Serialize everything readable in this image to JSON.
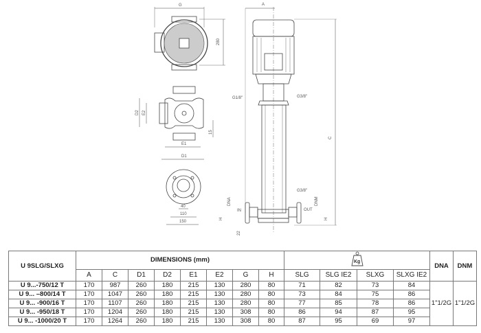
{
  "drawing": {
    "labels": {
      "g": "G",
      "h280": "280",
      "d2": "D2",
      "e2": "E2",
      "e1": "E1",
      "d1": "D1",
      "d15": "15",
      "f40": "40",
      "f110": "110",
      "f150": "150",
      "a": "A",
      "c": "C",
      "g18": "G1/8\"",
      "g38_top": "G3/8\"",
      "g38_bottom": "G3/8\"",
      "dna": "DNA",
      "dnm": "DNM",
      "in": "IN",
      "out": "OUT",
      "h_left": "H",
      "h_right": "H",
      "d22": "22"
    }
  },
  "table": {
    "series_label": "U 9SLG/SLXG",
    "dimensions_label": "DIMENSIONS (mm)",
    "weight_icon_label": "Kg",
    "dna_label": "DNA",
    "dnm_label": "DNM",
    "dim_columns": [
      "A",
      "C",
      "D1",
      "D2",
      "E1",
      "E2",
      "G",
      "H"
    ],
    "weight_columns": [
      "SLG",
      "SLG IE2",
      "SLXG",
      "SLXG IE2"
    ],
    "dna_value": "1\"1/2G",
    "dnm_value": "1\"1/2G",
    "rows": [
      {
        "model": "U 9...-750/12 T",
        "dims": [
          "170",
          "987",
          "260",
          "180",
          "215",
          "130",
          "280",
          "80"
        ],
        "weights": [
          "71",
          "82",
          "73",
          "84"
        ]
      },
      {
        "model": "U 9... –800/14 T",
        "dims": [
          "170",
          "1047",
          "260",
          "180",
          "215",
          "130",
          "280",
          "80"
        ],
        "weights": [
          "73",
          "84",
          "75",
          "86"
        ]
      },
      {
        "model": "U 9... -900/16 T",
        "dims": [
          "170",
          "1107",
          "260",
          "180",
          "215",
          "130",
          "280",
          "80"
        ],
        "weights": [
          "77",
          "85",
          "78",
          "86"
        ]
      },
      {
        "model": "U 9... -950/18 T",
        "dims": [
          "170",
          "1204",
          "260",
          "180",
          "215",
          "130",
          "308",
          "80"
        ],
        "weights": [
          "86",
          "94",
          "87",
          "95"
        ]
      },
      {
        "model": "U 9... -1000/20 T",
        "dims": [
          "170",
          "1264",
          "260",
          "180",
          "215",
          "130",
          "308",
          "80"
        ],
        "weights": [
          "87",
          "95",
          "69",
          "97"
        ]
      }
    ]
  }
}
